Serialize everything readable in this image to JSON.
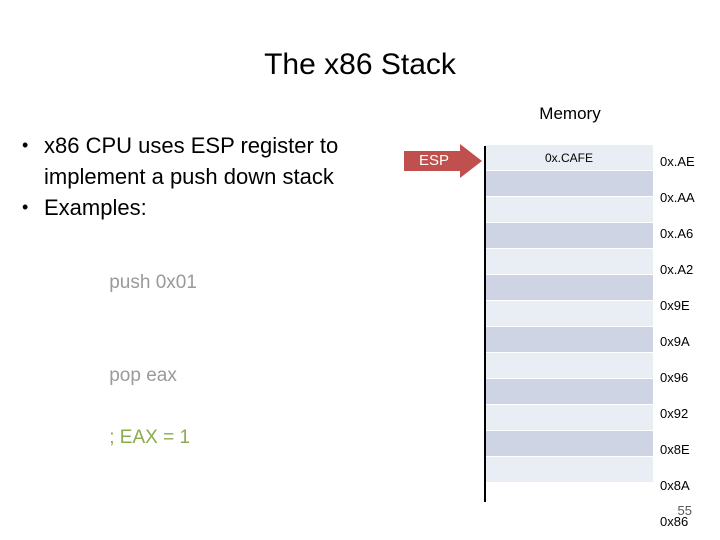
{
  "slide": {
    "title": "The x86 Stack",
    "page_number": "55"
  },
  "bullets": [
    {
      "marker": "•",
      "text": "x86 CPU uses ESP register to implement a push down stack"
    },
    {
      "marker": "•",
      "text": "Examples:"
    }
  ],
  "code_lines": [
    {
      "instruction": "push 0x01",
      "comment": ""
    },
    {
      "instruction": "pop eax",
      "comment": "; EAX = 1"
    }
  ],
  "memory": {
    "label": "Memory",
    "pointer_label": "ESP",
    "top_cell_value": "0x.CAFE",
    "addresses": [
      "0x.AE",
      "0x.AA",
      "0x.A6",
      "0x.A2",
      "0x9E",
      "0x9A",
      "0x96",
      "0x92",
      "0x8E",
      "0x8A",
      "0x86"
    ],
    "rows": 22
  },
  "colors": {
    "arrow_fill": "#c0504d",
    "cell_light": "#e9edf4",
    "cell_dark": "#ced4e3",
    "comment_text": "#8aab4e",
    "code_text": "#9a9a9a"
  }
}
